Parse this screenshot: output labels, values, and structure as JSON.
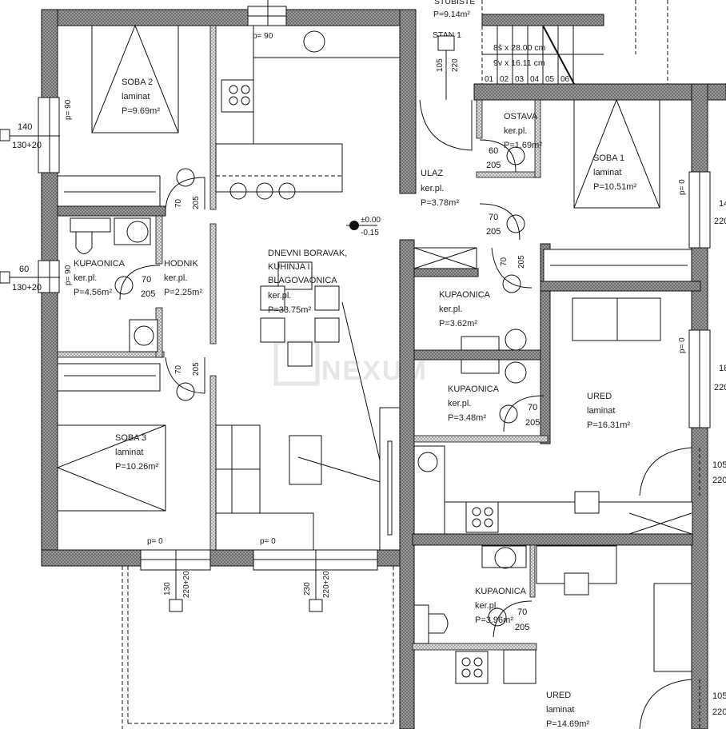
{
  "plan": {
    "stairwell": {
      "name": "STUBIŠTE",
      "area": "P=9.14m²",
      "unit": "STAN 1",
      "door_w": "105",
      "door_h": "220",
      "tread": "8š x 28.00 cm",
      "riser": "9v x 16.11 cm",
      "steps": [
        "01",
        "02",
        "03",
        "04",
        "05",
        "06"
      ]
    },
    "rooms": [
      {
        "name": "SOBA 2",
        "floor": "laminat",
        "area": "P=9.69m²"
      },
      {
        "name": "KUPAONICA",
        "floor": "ker.pl.",
        "area": "P=4.56m²"
      },
      {
        "name": "HODNIK",
        "floor": "ker.pl.",
        "area": "P=2.25m²"
      },
      {
        "name": "SOBA 3",
        "floor": "laminat",
        "area": "P=10.26m²"
      },
      {
        "name": "DNEVNI BORAVAK,",
        "name2": "KUHINJA I",
        "name3": "BLAGOVAONICA",
        "floor": "ker.pl.",
        "area": "P=33.75m²"
      },
      {
        "name": "ULAZ",
        "floor": "ker.pl.",
        "area": "P=3.78m²"
      },
      {
        "name": "OSTAVA",
        "floor": "ker.pl.",
        "area": "P=1.69m²"
      },
      {
        "name": "SOBA 1",
        "floor": "laminat",
        "area": "P=10.51m²"
      },
      {
        "name": "KUPAONICA",
        "floor": "ker.pl.",
        "area": "P=3.62m²"
      },
      {
        "name": "KUPAONICA",
        "floor": "ker.pl.",
        "area": "P=3.48m²"
      },
      {
        "name": "URED",
        "floor": "laminat",
        "area": "P=16.31m²"
      },
      {
        "name": "KUPAONICA",
        "floor": "ker.pl.",
        "area": "P=3.96m²"
      },
      {
        "name": "URED",
        "floor": "laminat",
        "area": "P=14.69m²"
      }
    ],
    "level": {
      "top": "±0.00",
      "bottom": "-0.15"
    },
    "doors": {
      "w70": "70",
      "w60": "60",
      "h205": "205"
    },
    "windows": {
      "w140": "140",
      "w60": "60",
      "h130": "130+20",
      "p90": "p= 90",
      "p0": "p= 0",
      "w130": "130",
      "w230": "230",
      "h220p": "220+20",
      "r14": "14",
      "r18": "18",
      "r105": "105",
      "h220": "220"
    },
    "watermark": "NEXUM"
  }
}
